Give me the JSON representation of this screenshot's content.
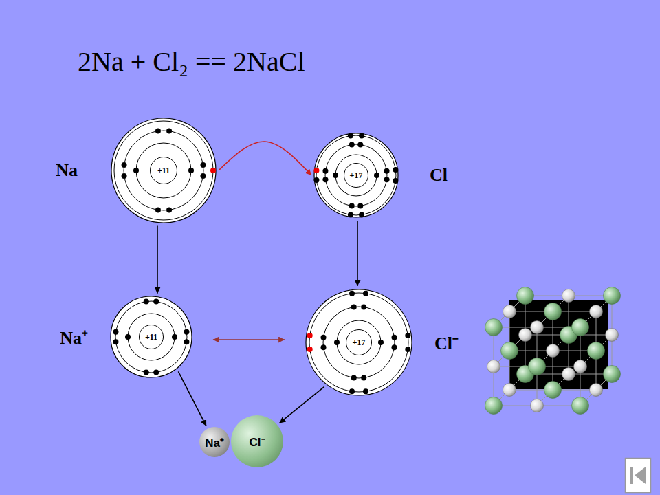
{
  "diagram": {
    "title": "2Na + Cl₂ == 2NaCl",
    "nodes": [
      {
        "text": [
          "Na"
        ]
      },
      {
        "text": [
          "+11"
        ],
        "in": 0
      },
      {
        "text": [
          "Cl"
        ]
      },
      {
        "text": [
          "+17"
        ],
        "in": 2
      },
      {
        "text": [
          "Na⁺"
        ]
      },
      {
        "text": [
          "+11"
        ],
        "in": 4
      },
      {
        "text": [
          "Cl⁻"
        ]
      },
      {
        "text": [
          "+17"
        ],
        "in": 6
      },
      {
        "text": [
          "Na⁺"
        ]
      },
      {
        "text": [
          "Cl⁻"
        ]
      }
    ],
    "edges": [
      {
        "from": 0,
        "to": 2,
        "arrow": "to"
      },
      {
        "from": 0,
        "to": 4,
        "arrow": "to"
      },
      {
        "from": 2,
        "to": 6,
        "arrow": "to"
      },
      {
        "from": 4,
        "to": 6,
        "arrow": "both"
      },
      {
        "from": 4,
        "to": 8,
        "arrow": "to"
      },
      {
        "from": 6,
        "to": 9,
        "arrow": "to"
      }
    ]
  }
}
